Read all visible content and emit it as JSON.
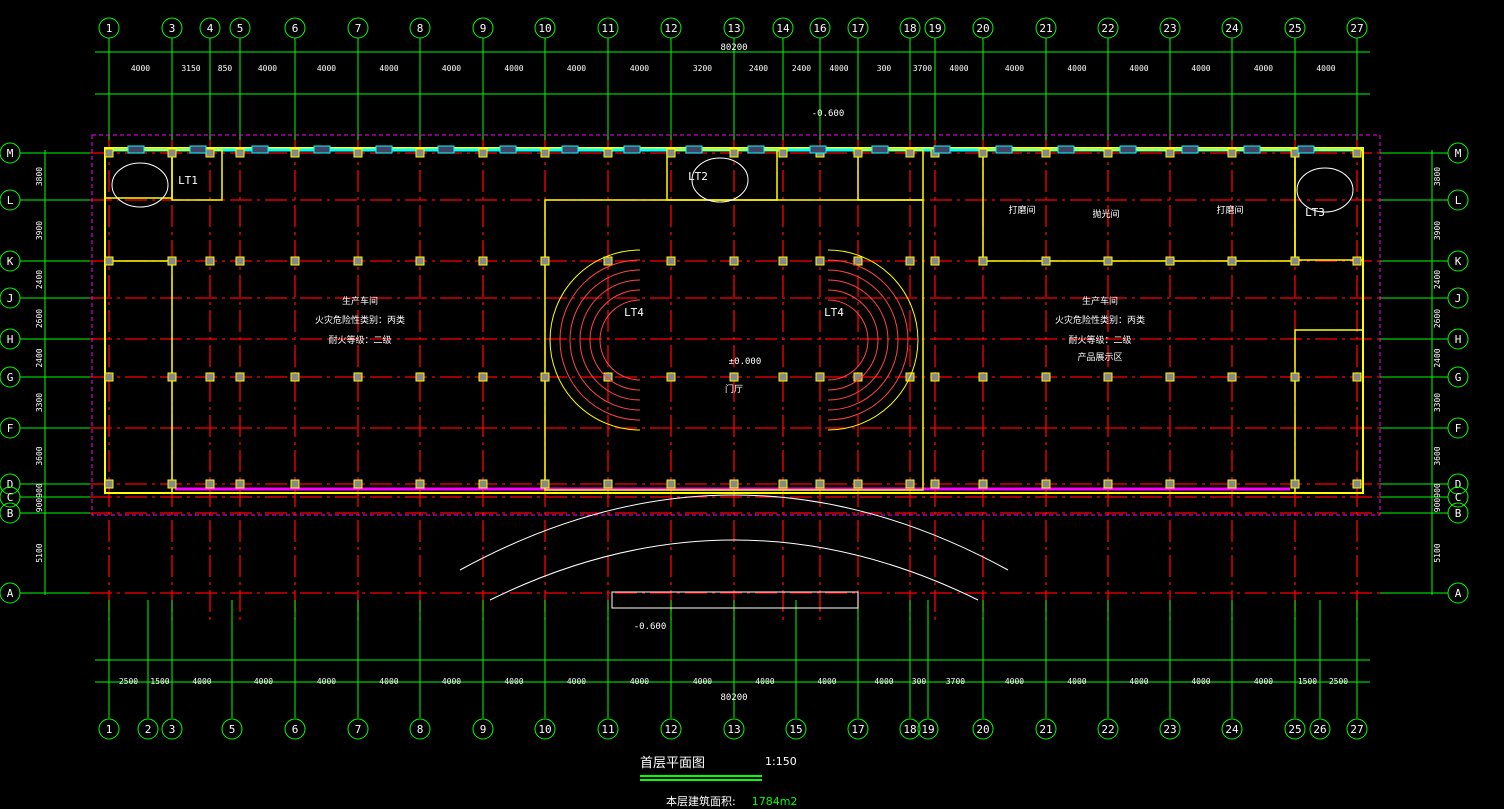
{
  "drawing": {
    "title": "首层平面图",
    "scale": "1:150",
    "area_label": "本层建筑面积:",
    "area_value": "1784m2",
    "total_dimension": "80200",
    "top_axes": [
      "1",
      "3",
      "4",
      "5",
      "6",
      "7",
      "8",
      "9",
      "10",
      "11",
      "12",
      "13",
      "14",
      "16",
      "17",
      "18",
      "19",
      "20",
      "21",
      "22",
      "23",
      "24",
      "25",
      "27"
    ],
    "bottom_axes": [
      "1",
      "2",
      "3",
      "5",
      "6",
      "7",
      "8",
      "9",
      "10",
      "11",
      "12",
      "13",
      "15",
      "17",
      "18",
      "19",
      "20",
      "21",
      "22",
      "23",
      "24",
      "25",
      "26",
      "27"
    ],
    "row_axes": [
      "M",
      "L",
      "K",
      "J",
      "H",
      "G",
      "F",
      "D",
      "C",
      "B",
      "A"
    ],
    "top_dims": [
      "4000",
      "3150",
      "850",
      "4000",
      "4000",
      "4000",
      "4000",
      "4000",
      "4000",
      "4000",
      "3200",
      "2400",
      "2400",
      "4000",
      "300",
      "3700",
      "4000",
      "4000",
      "4000",
      "4000",
      "4000",
      "4000",
      "4000"
    ],
    "bottom_dims": [
      "2500",
      "1500",
      "4000",
      "4000",
      "4000",
      "4000",
      "4000",
      "4000",
      "4000",
      "4000",
      "4000",
      "4000",
      "4000",
      "4000",
      "300",
      "3700",
      "4000",
      "4000",
      "4000",
      "4000",
      "4000",
      "1500",
      "2500"
    ],
    "left_dims": [
      "3800",
      "3900",
      "2400",
      "2600",
      "2400",
      "3300",
      "3600",
      "900",
      "900",
      "5100"
    ],
    "elevations": [
      "-0.600",
      "±0.000",
      "-0.600"
    ],
    "stairs": [
      "LT1",
      "LT2",
      "LT3",
      "LT4",
      "LT4"
    ],
    "rooms": {
      "hall_name": "生产车间",
      "fire_class": "火灾危险性类别：丙类",
      "fire_rating": "耐火等级：二级",
      "display_area": "产品展示区",
      "room_a": "打磨间",
      "room_b": "抛光间",
      "room_c": "打磨间",
      "lobby": "门厅"
    }
  },
  "colors": {
    "grid": "#ff0000",
    "axis": "#00ff00",
    "wall": "#ffff00",
    "window": "#00ffff",
    "door": "#ff00ff",
    "text": "#ffffff"
  }
}
